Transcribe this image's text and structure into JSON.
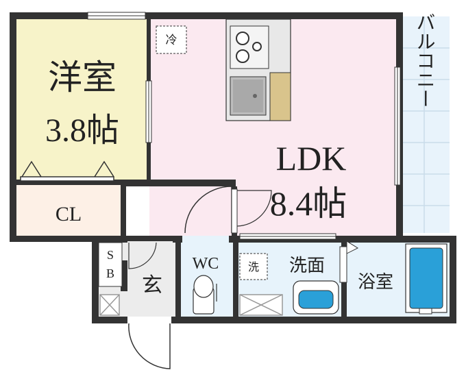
{
  "rooms": {
    "western": {
      "name": "洋室",
      "size": "3.8帖",
      "color": "#f7f3c9"
    },
    "ldk": {
      "name": "LDK",
      "size": "8.4帖",
      "color": "#fbe9f0"
    },
    "closet": {
      "name": "CL",
      "color": "#fdf0e6"
    },
    "shoebox": {
      "line1": "S",
      "line2": "B"
    },
    "entrance": {
      "name": "玄"
    },
    "wc": {
      "name": "WC",
      "color": "#e7f3fb"
    },
    "washroom": {
      "name": "洗面",
      "color": "#e7f3fb"
    },
    "bath": {
      "name": "浴室",
      "color": "#e7f3fb"
    },
    "balcony": {
      "name": "バルコニー",
      "color": "#e8f3fb"
    }
  },
  "fixtures": {
    "fridge": "冷",
    "washer": "洗"
  },
  "colors": {
    "wall": "#333333",
    "fixture_gray": "#dddddd",
    "counter": "#d9c48c",
    "water": "#2aa0d8"
  }
}
